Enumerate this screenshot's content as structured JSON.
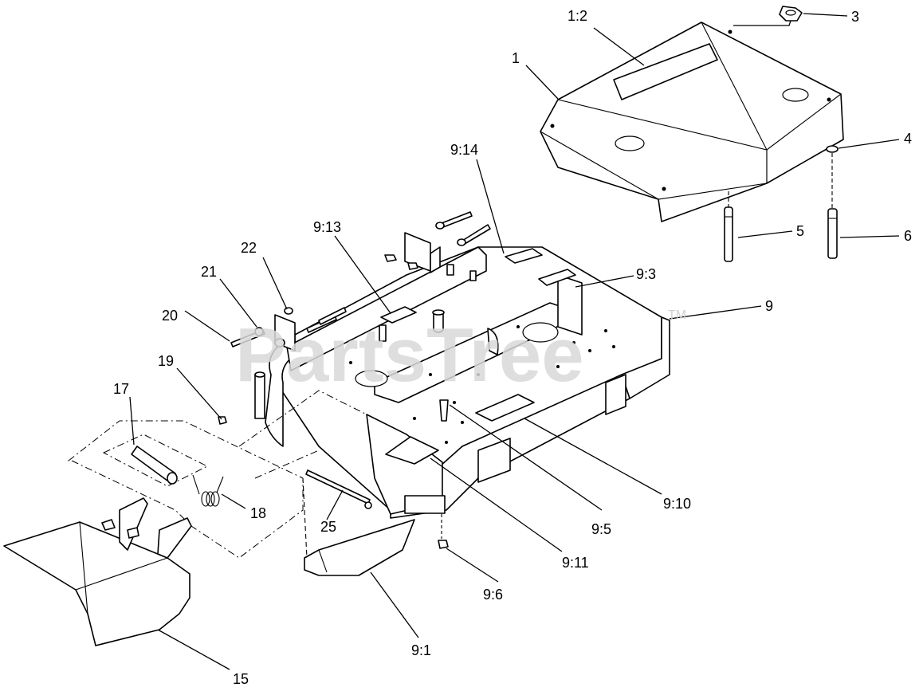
{
  "watermark": {
    "text": "PartsTree",
    "trademark": "TM"
  },
  "callouts": {
    "c1": "1",
    "c1_2": "1:2",
    "c3": "3",
    "c4": "4",
    "c5": "5",
    "c6": "6",
    "c9": "9",
    "c9_1": "9:1",
    "c9_3": "9:3",
    "c9_5": "9:5",
    "c9_6": "9:6",
    "c9_10": "9:10",
    "c9_11": "9:11",
    "c9_13": "9:13",
    "c9_14": "9:14",
    "c15": "15",
    "c17": "17",
    "c18": "18",
    "c19": "19",
    "c20": "20",
    "c21": "21",
    "c22": "22",
    "c25": "25"
  }
}
